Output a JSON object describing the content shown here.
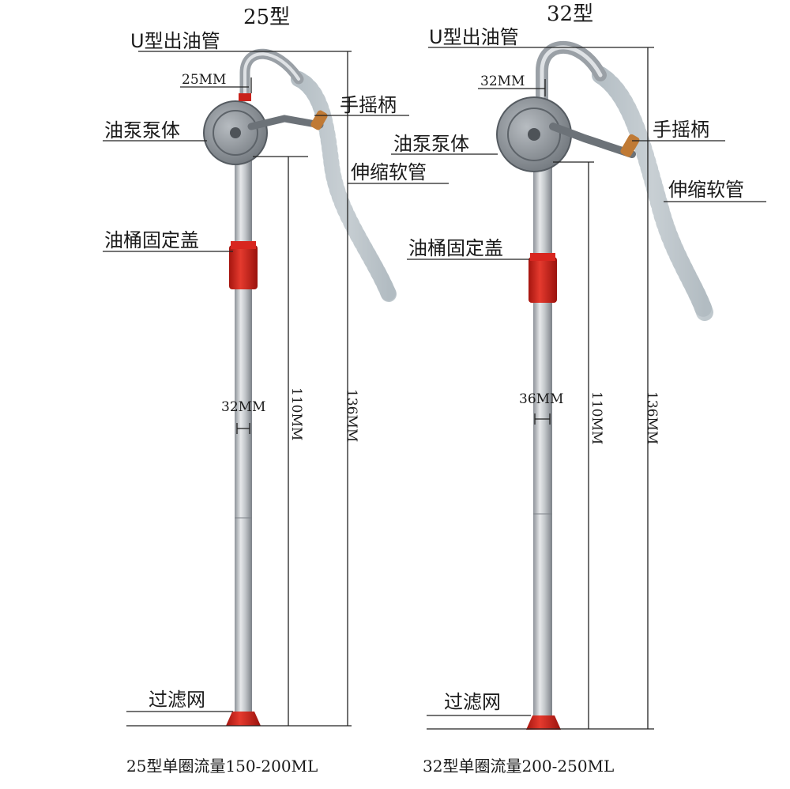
{
  "pumps": [
    {
      "title": "25型",
      "labels": {
        "outlet": "U型出油管",
        "body": "油泵泵体",
        "handle": "手摇柄",
        "hose": "伸缩软管",
        "cap": "油桶固定盖",
        "filter": "过滤网"
      },
      "dims": {
        "outlet_dia": "25MM",
        "tube_dia": "32MM",
        "length_short": "110MM",
        "length_total": "136MM"
      },
      "caption": "25型单圈流量150-200ML"
    },
    {
      "title": "32型",
      "labels": {
        "outlet": "U型出油管",
        "body": "油泵泵体",
        "handle": "手摇柄",
        "hose": "伸缩软管",
        "cap": "油桶固定盖",
        "filter": "过滤网"
      },
      "dims": {
        "outlet_dia": "32MM",
        "tube_dia": "36MM",
        "length_short": "110MM",
        "length_total": "136MM"
      },
      "caption": "32型单圈流量200-250ML"
    }
  ],
  "colors": {
    "tube": "#c9ccd0",
    "tube_dark": "#8e9399",
    "pump_body": "#8f959b",
    "cap_red": "#d8261f",
    "handle_grip": "#c07a35",
    "hose": "#e4ebef"
  }
}
